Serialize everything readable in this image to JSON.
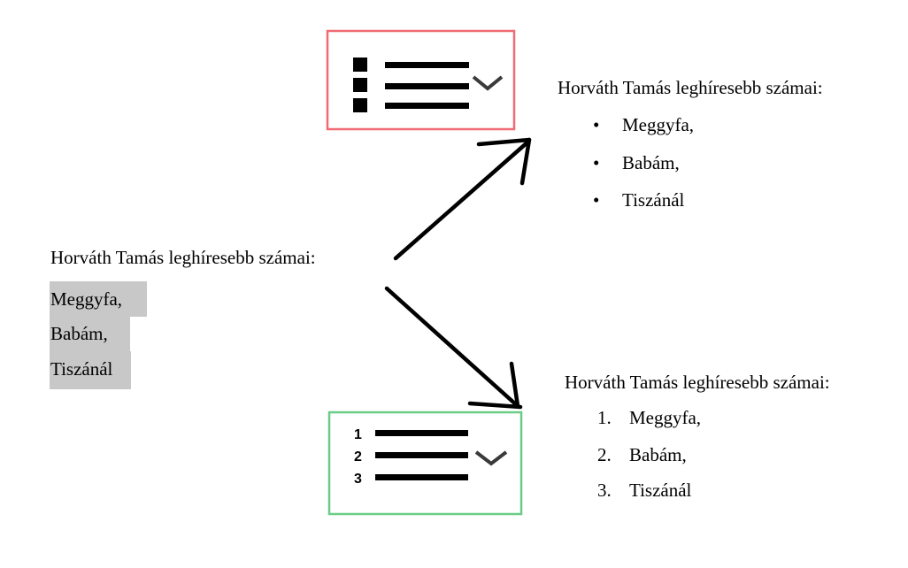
{
  "source": {
    "title": "Horváth Tamás leghíresebb számai:",
    "items": [
      "Meggyfa,",
      "Babám,",
      "Tiszánál"
    ]
  },
  "bulleted": {
    "title": "Horváth Tamás leghíresebb számai:",
    "bullet": "•",
    "items": [
      "Meggyfa,",
      "Babám,",
      "Tiszánál"
    ]
  },
  "numbered": {
    "title": "Horváth Tamás leghíresebb számai:",
    "markers": [
      "1.",
      "2.",
      "3."
    ],
    "items": [
      "Meggyfa,",
      "Babám,",
      "Tiszánál"
    ]
  },
  "numbered_icon": {
    "digits": [
      "1",
      "2",
      "3"
    ]
  },
  "colors": {
    "bullet_box_border": "#f05a64",
    "number_box_border": "#5ac87a",
    "highlight": "#c8c8c8",
    "chevron": "#3a3a3a"
  }
}
